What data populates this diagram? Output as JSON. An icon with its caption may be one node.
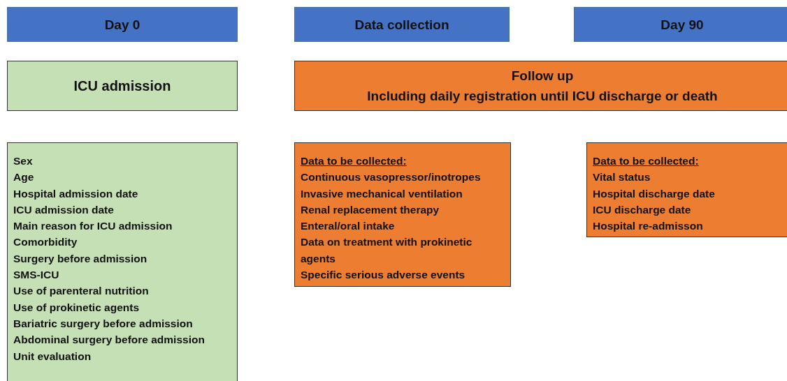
{
  "diagram": {
    "nodes": [
      {
        "text": [
          "Day 0"
        ]
      },
      {
        "text": [
          "Data collection"
        ]
      },
      {
        "text": [
          "Day 90"
        ]
      },
      {
        "text": [
          "ICU admission"
        ]
      },
      {
        "text": [
          "Follow up",
          "Including daily registration until ICU discharge or death"
        ]
      },
      {
        "text": [
          "Sex",
          "Age",
          "Hospital admission date",
          "ICU admission date",
          "Main reason for ICU admission",
          "Comorbidity",
          "Surgery before admission",
          "SMS-ICU",
          "Use of parenteral nutrition",
          "Use of prokinetic agents",
          "Bariatric surgery before admission",
          "Abdominal surgery before admission",
          "Unit evaluation"
        ]
      },
      {
        "text": [
          "Data to be collected:",
          "Continuous vasopressor/inotropes",
          "Invasive mechanical ventilation",
          "Renal replacement therapy",
          "Enteral/oral intake",
          "Data on treatment with prokinetic agents",
          "Specific serious adverse events"
        ]
      },
      {
        "text": [
          "Data to be collected:",
          "Vital status",
          "Hospital discharge date",
          "ICU discharge date",
          "Hospital re-admisson"
        ]
      }
    ]
  }
}
